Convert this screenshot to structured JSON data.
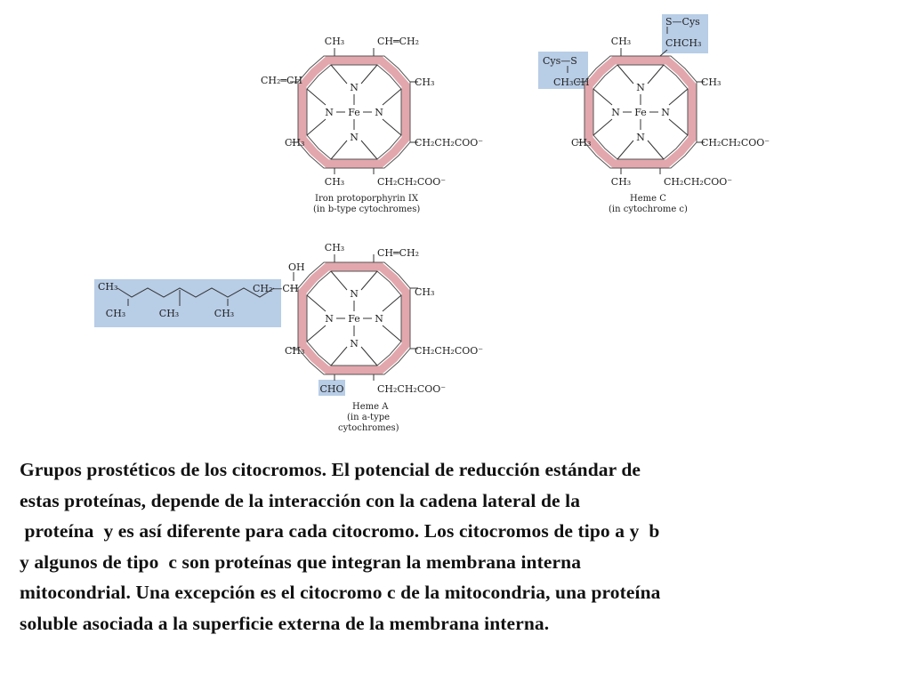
{
  "molecules": [
    {
      "id": "protoporphyrin",
      "labels": {
        "top_left": "CH₃",
        "top_right": "CH═CH₂",
        "left_upper": "CH₂═CH",
        "right_upper": "CH₃",
        "left_lower": "CH₃",
        "right_lower": "CH₂CH₂COO⁻",
        "bottom_left": "CH₃",
        "bottom_right": "CH₂CH₂COO⁻",
        "n_top": "N",
        "n_left": "N",
        "fe": "Fe",
        "n_right": "N",
        "n_bottom": "N"
      },
      "caption": [
        "Iron protoporphyrin IX",
        "(in b-type cytochromes)"
      ]
    },
    {
      "id": "heme-c",
      "labels": {
        "top_left": "CH₃",
        "top_right": "CHCH₃",
        "top_right_sub": "S—Cys",
        "left_upper": "CH₃CH",
        "left_upper_sub": "Cys—S",
        "right_upper": "CH₃",
        "left_lower": "CH₃",
        "right_lower": "CH₂CH₂COO⁻",
        "bottom_left": "CH₃",
        "bottom_right": "CH₂CH₂COO⁻",
        "n_top": "N",
        "n_left": "N",
        "fe": "Fe",
        "n_right": "N",
        "n_bottom": "N"
      },
      "caption": [
        "Heme C",
        "(in cytochrome c)"
      ]
    },
    {
      "id": "heme-a",
      "labels": {
        "top_left": "CH₃",
        "top_right": "CH═CH₂",
        "left_upper": "CH₂—CH",
        "left_upper_sub": "OH",
        "right_upper": "CH₃",
        "left_lower": "CH₃",
        "right_lower": "CH₂CH₂COO⁻",
        "bottom_left": "CHO",
        "bottom_right": "CH₂CH₂COO⁻",
        "chain_ch3": "CH₃",
        "chain_1": "CH₃",
        "chain_2": "CH₃",
        "chain_3": "CH₃",
        "n_top": "N",
        "n_left": "N",
        "fe": "Fe",
        "n_right": "N",
        "n_bottom": "N"
      },
      "caption": [
        "Heme A",
        "(in a-type",
        "cytochromes)"
      ]
    }
  ],
  "caption_lines": [
    "Grupos prostéticos de los citocromos. El potencial de reducción estándar de",
    "estas proteínas, depende de la interacción con la cadena lateral de la",
    " proteína  y es así diferente para cada citocromo. Los citocromos de tipo a y  b",
    "y algunos de tipo  c son proteínas que integran la membrana interna",
    "mitocondrial. Una excepción es el citocromo c de la mitocondria, una proteína",
    "soluble asociada a la superficie externa de la membrana interna."
  ],
  "colors": {
    "ring": "#e2a7ad",
    "highlight": "#b8cde6"
  }
}
